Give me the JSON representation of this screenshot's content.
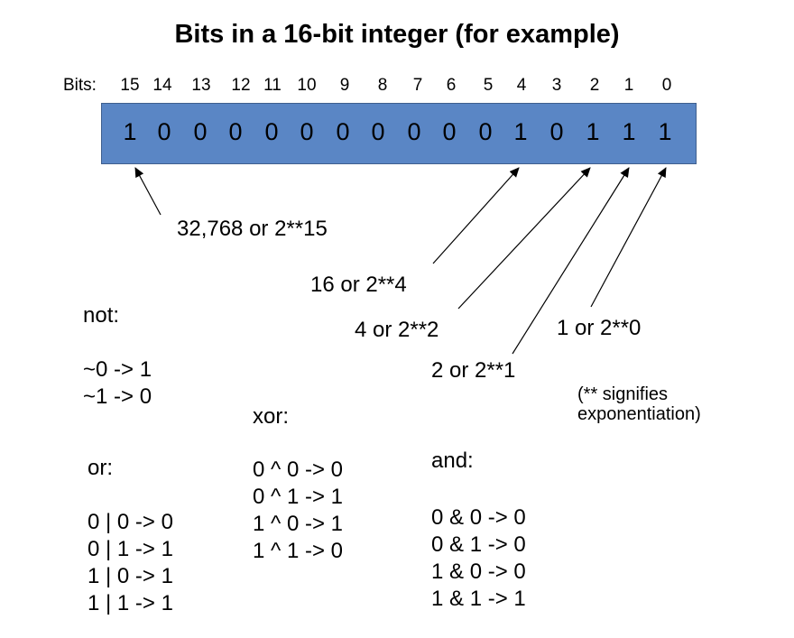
{
  "title": "Bits in a 16-bit integer (for example)",
  "bits_label": "Bits:",
  "bit_numbers": [
    "15",
    "14",
    "13",
    "12",
    "11",
    "10",
    "9",
    "8",
    "7",
    "6",
    "5",
    "4",
    "3",
    "2",
    "1",
    "0"
  ],
  "bit_values": [
    "1",
    "0",
    "0",
    "0",
    "0",
    "0",
    "0",
    "0",
    "0",
    "0",
    "0",
    "1",
    "0",
    "1",
    "1",
    "1"
  ],
  "annotations": {
    "b15": "32,768 or 2**15",
    "b4": "16 or 2**4",
    "b2": "4 or 2**2",
    "b1": "2 or 2**1",
    "b0": "1 or 2**0"
  },
  "note": [
    "(** signifies",
    "exponentiation)"
  ],
  "not_op": {
    "header": "not:",
    "lines": [
      "~0 -> 1",
      "~1 -> 0"
    ]
  },
  "or_op": {
    "header": "or:",
    "lines": [
      "0 | 0 -> 0",
      "0 | 1 -> 1",
      "1 | 0 -> 1",
      "1 | 1 -> 1"
    ]
  },
  "xor_op": {
    "header": "xor:",
    "lines": [
      "0 ^ 0 -> 0",
      "0 ^ 1 -> 1",
      "1 ^ 0 -> 1",
      "1 ^ 1 -> 0"
    ]
  },
  "and_op": {
    "header": "and:",
    "lines": [
      "0 & 0 -> 0",
      "0 & 1 -> 0",
      "1 & 0 -> 0",
      "1 & 1 -> 1"
    ]
  },
  "colors": {
    "register_fill": "#5a86c5",
    "register_border": "#3f5f8e"
  }
}
